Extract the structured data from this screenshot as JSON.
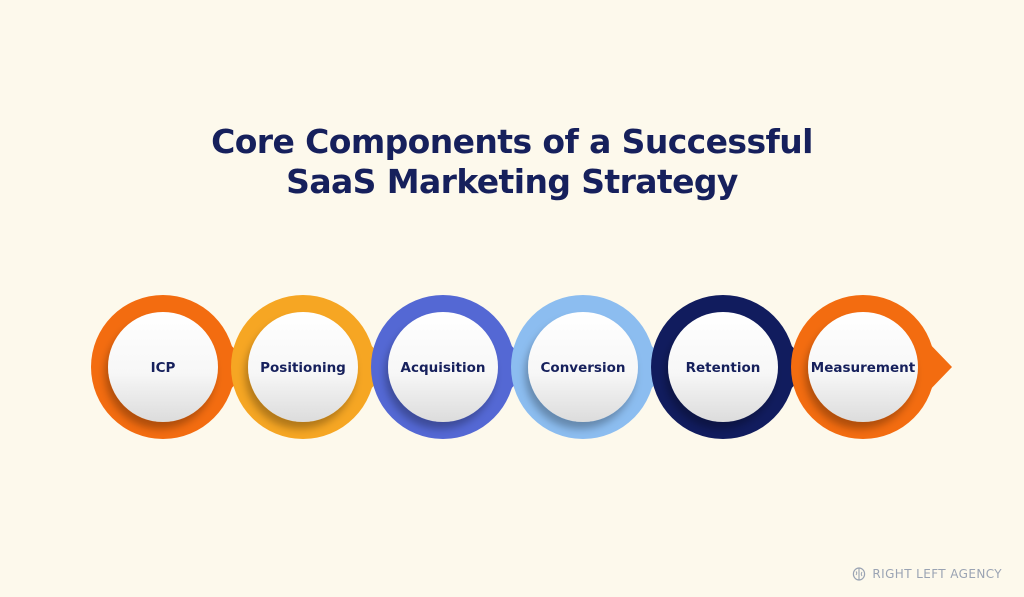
{
  "title": {
    "line1": "Core Components of a Successful",
    "line2": "SaaS Marketing Strategy"
  },
  "steps": [
    {
      "label": "ICP",
      "color": "#f36c10",
      "icon": "arrow-right-icon"
    },
    {
      "label": "Positioning",
      "color": "#f6a623",
      "icon": "arrow-right-icon"
    },
    {
      "label": "Acquisition",
      "color": "#5468d4",
      "icon": "arrow-right-icon"
    },
    {
      "label": "Conversion",
      "color": "#8cbdf0",
      "icon": "arrow-right-icon"
    },
    {
      "label": "Retention",
      "color": "#111c5e",
      "icon": "arrow-right-icon"
    },
    {
      "label": "Measurement",
      "color": "#f36c10",
      "icon": "arrow-right-icon"
    }
  ],
  "brand": {
    "name": "RIGHT LEFT AGENCY",
    "icon": "brain-icon"
  }
}
